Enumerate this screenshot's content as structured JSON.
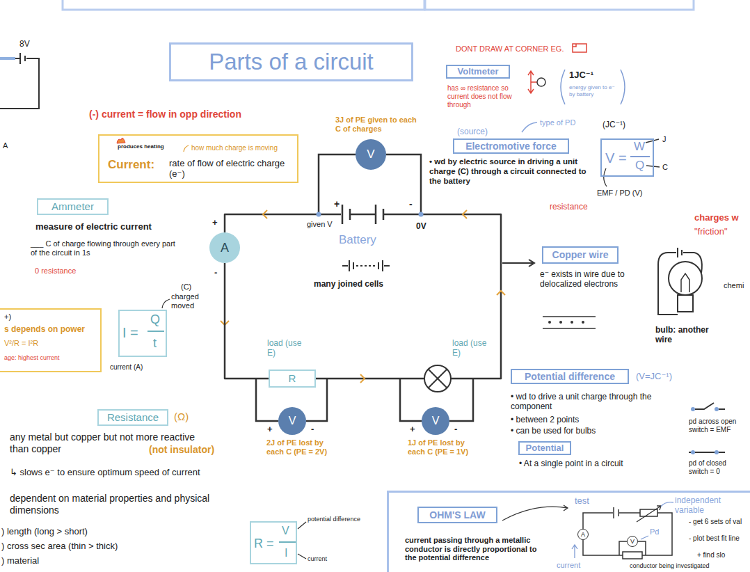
{
  "diagram": {
    "title": "Parts of a circuit",
    "nodes": [
      {
        "text": [
          "Voltmeter"
        ]
      },
      {
        "text": [
          "produces heating",
          "how much charge is moving",
          "Current:",
          "rate of flow of electric charge (e⁻)"
        ]
      },
      {
        "text": [
          "Electromotive force"
        ]
      },
      {
        "text": [
          "V =",
          "W",
          "Q"
        ]
      },
      {
        "text": [
          "V"
        ]
      },
      {
        "text": [
          "Ammeter"
        ]
      },
      {
        "text": [
          "A"
        ]
      },
      {
        "text": [
          "Copper wire"
        ]
      },
      {
        "text": [
          "+)",
          "s depends on power",
          "V²/R = I²R",
          "age: highest current"
        ]
      },
      {
        "text": [
          "I =",
          "Q",
          "t"
        ]
      },
      {
        "text": [
          "R"
        ]
      },
      {
        "text": [
          "Potential difference"
        ]
      },
      {
        "text": [
          "V"
        ]
      },
      {
        "text": [
          "V"
        ]
      },
      {
        "text": [
          "Resistance"
        ]
      },
      {
        "text": [
          "Potential"
        ]
      },
      {
        "text": [
          "current passing through a metallic conductor is directly proportional to the potential difference"
        ]
      },
      {
        "text": [
          "OHM'S LAW"
        ],
        "in": 16
      },
      {
        "text": [
          "A"
        ],
        "in": 16
      },
      {
        "text": [
          "V"
        ],
        "in": 16
      },
      {
        "text": [
          "R =",
          "V",
          "I"
        ]
      }
    ],
    "edges": [
      {
        "from": 6,
        "to": 10,
        "arrow": "none"
      }
    ],
    "labels": [
      "8V",
      "A",
      "(-) current = flow in opp direction",
      "DONT DRAW AT CORNER EG.",
      "has ∞ resistance so current does not flow through",
      "1JC⁻¹",
      "energy given to e⁻ by battery",
      "(source)",
      "type of PD",
      "(JC⁻¹)",
      "• wd by electric source in driving a unit charge (C) through a circuit connected to the battery",
      "resistance",
      "J",
      "C",
      "EMF / PD (V)",
      "charges w",
      "\"friction\"",
      "measure of electric current",
      "___ C of charge flowing through every part of the circuit in 1s",
      "0 resistance",
      "+",
      "-",
      "3J of PE given to each C of charges",
      "+",
      "-",
      "given V",
      "0V",
      "Battery",
      "many joined cells",
      "e⁻ exists in wire due to delocalized electrons",
      "chemi",
      "bulb: another wire",
      "(C)",
      "charged moved",
      "current (A)",
      "load (use E)",
      "load (use E)",
      "+",
      "-",
      "+",
      "-",
      "2J of PE lost by each C (PE = 2V)",
      "1J of PE lost by each C (PE = 1V)",
      "(V=JC⁻¹)",
      "• wd to drive a unit charge through the component",
      "• between 2 points",
      "• can be used for bulbs",
      "• At a single point in a circuit",
      "pd across open switch = EMF",
      "pd of closed switch = 0",
      "(Ω)",
      "any metal but copper but not more reactive than copper",
      "(not insulator)",
      "↳ slows e⁻ to ensure optimum speed of current",
      "dependent on material properties and physical dimensions",
      ") length (long > short)",
      ") cross sec area (thin > thick)",
      ") material",
      "potential difference",
      "current",
      "test",
      "independent variable",
      "- get 6 sets of val",
      "- plot best fit line",
      "+ find slo",
      "Pd",
      "current",
      "conductor being investigated"
    ]
  }
}
